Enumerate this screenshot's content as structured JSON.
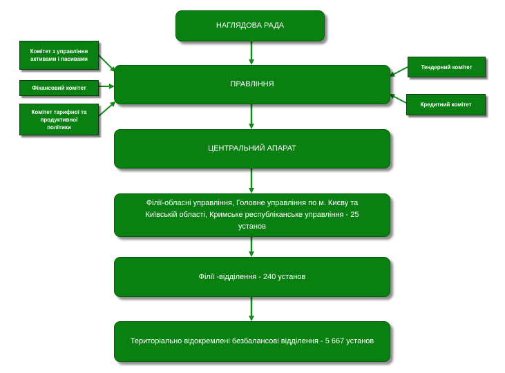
{
  "main_nodes": {
    "supervisory_board": "НАГЛЯДОВА РАДА",
    "board": "ПРАВЛІННЯ",
    "central_office": "ЦЕНТРАЛЬНИЙ АПАРАТ",
    "regional_branches": "Філії-обласні управління, Головне управління по м. Києву та Київській області, Кримське республіканське управління - 25 установ",
    "branches": "Філії -відділення - 240 установ",
    "offbalance": "Територіально відокремлені безбалансові відділення - 5 667 установ"
  },
  "committees": {
    "assets_liabilities": "Комітет з управління активами і пасивами",
    "financial": "Фінансовий комітет",
    "tariff_product": "Комітет тарифної та продуктивної політики",
    "tender": "Тендерний комітет",
    "credit": "Кредитний комітет"
  },
  "colors": {
    "box_fill": "#0a7f12",
    "arrow": "#138a1c",
    "text": "#ffffff"
  }
}
